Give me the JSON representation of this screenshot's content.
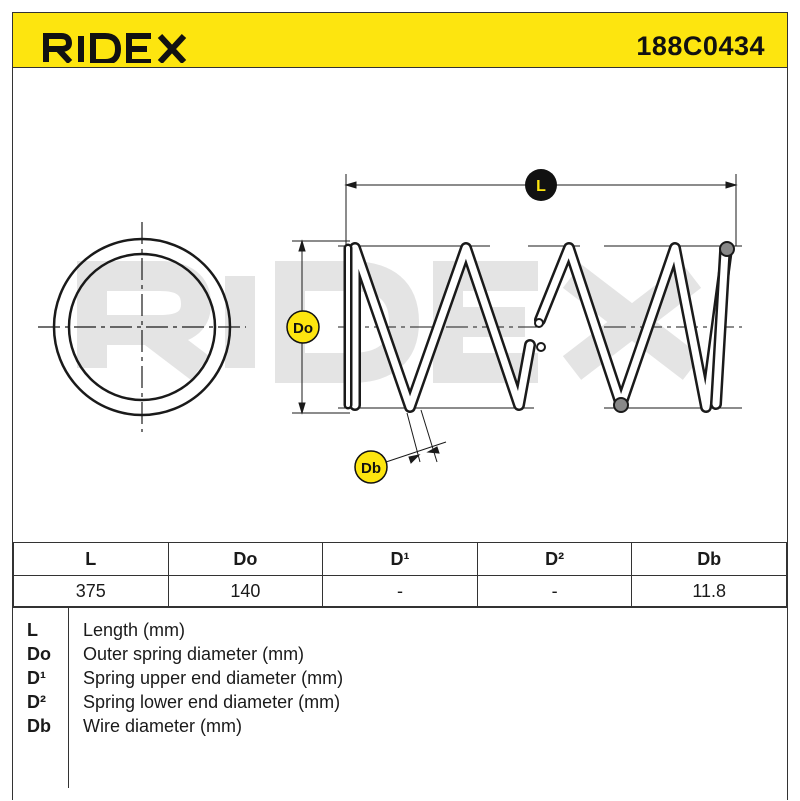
{
  "brand": {
    "name": "RIDEX",
    "accent_color": "#fde50f",
    "watermark_color": "#e6e6e6"
  },
  "part_number": "188C0434",
  "diagram": {
    "labels": {
      "length": "L",
      "outer_diameter": "Do",
      "wire_diameter": "Db"
    }
  },
  "table": {
    "headers": [
      "L",
      "Do",
      "D¹",
      "D²",
      "Db"
    ],
    "values": [
      "375",
      "140",
      "-",
      "-",
      "11.8"
    ]
  },
  "legend": [
    {
      "key": "L",
      "desc": "Length (mm)"
    },
    {
      "key": "Do",
      "desc": "Outer spring diameter (mm)"
    },
    {
      "key": "D¹",
      "desc": "Spring upper end diameter (mm)"
    },
    {
      "key": "D²",
      "desc": "Spring lower end diameter (mm)"
    },
    {
      "key": "Db",
      "desc": "Wire diameter (mm)"
    }
  ]
}
